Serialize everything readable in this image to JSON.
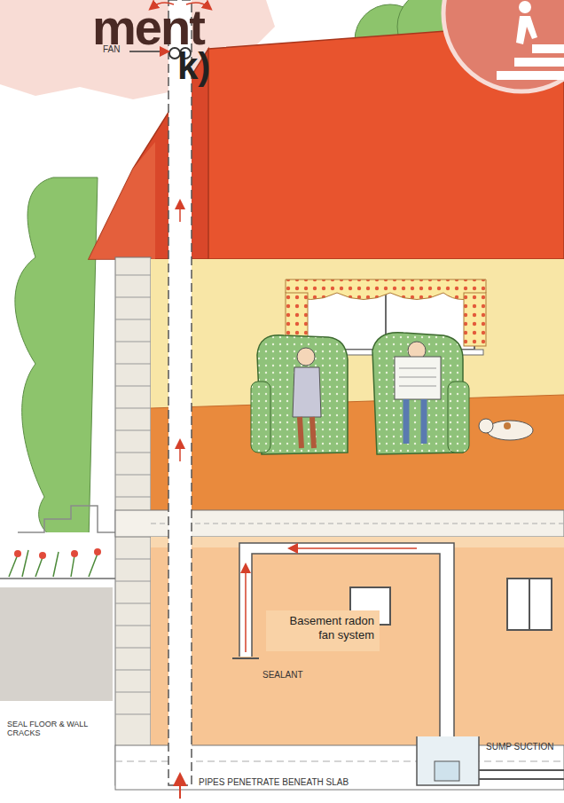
{
  "diagram": {
    "nodes": [
      {
        "text": [
          "Basement radon fan system"
        ]
      }
    ],
    "labels": [
      "ment",
      "k)",
      "FAN",
      "SEAL FLOOR & WALL CRACKS",
      "SEALANT",
      "SUMP SUCTION",
      "PIPES PENETRATE BENEATH SLAB"
    ]
  }
}
